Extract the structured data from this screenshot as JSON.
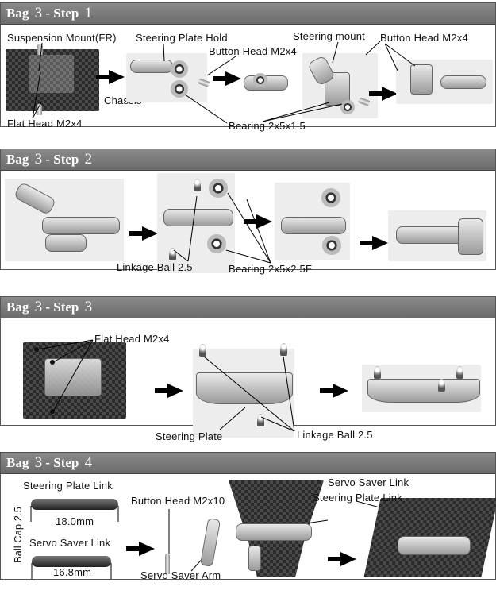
{
  "steps": [
    {
      "bag_label": "Bag",
      "bag_number": "3",
      "step_label": "- Step",
      "step_number": "1",
      "labels": {
        "suspension_mount": "Suspension Mount(FR)",
        "steering_plate_hold": "Steering Plate Hold",
        "button_head_1": "Button Head M2x4",
        "steering_mount": "Steering mount",
        "button_head_2": "Button Head M2x4",
        "chassis": "Chassis",
        "flat_head": "Flat Head M2x4",
        "bearing": "Bearing 2x5x1.5"
      }
    },
    {
      "bag_label": "Bag",
      "bag_number": "3",
      "step_label": "- Step",
      "step_number": "2",
      "labels": {
        "linkage_ball": "Linkage Ball 2.5",
        "bearing": "Bearing 2x5x2.5F"
      }
    },
    {
      "bag_label": "Bag",
      "bag_number": "3",
      "step_label": "- Step",
      "step_number": "3",
      "labels": {
        "flat_head": "Flat Head M2x4",
        "steering_plate": "Steering  Plate",
        "linkage_ball": "Linkage Ball 2.5"
      }
    },
    {
      "bag_label": "Bag",
      "bag_number": "3",
      "step_label": "- Step",
      "step_number": "4",
      "labels": {
        "ball_cap": "Ball Cap 2.5",
        "steering_plate_link": "Steering  Plate Link",
        "length_1": "18.0mm",
        "servo_saver_link": "Servo Saver Link",
        "length_2": "16.8mm",
        "button_head": "Button Head M2x10",
        "servo_saver_arm": "Servo Saver Arm",
        "servo_saver_link_right": "Servo Saver Link",
        "steering_plate_link_right": "Steering Plate Link"
      }
    }
  ]
}
